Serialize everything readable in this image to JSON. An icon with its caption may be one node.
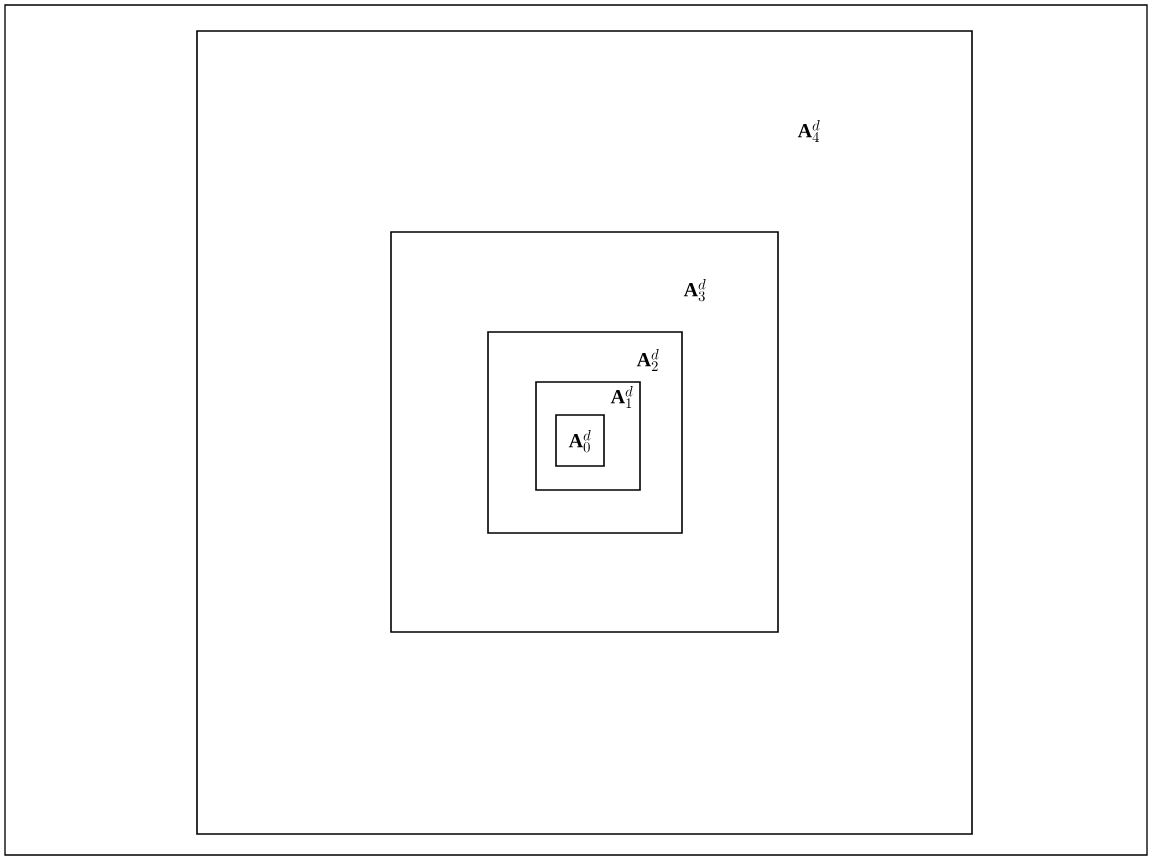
{
  "diagram": {
    "nodes": [
      {
        "text": [
          "\\mathbf{A}_4^d"
        ]
      },
      {
        "text": [
          "\\mathbf{A}_3^d"
        ],
        "in": 0
      },
      {
        "text": [
          "\\mathbf{A}_2^d"
        ],
        "in": 1
      },
      {
        "text": [
          "\\mathbf{A}_1^d"
        ],
        "in": 2
      },
      {
        "text": [
          "\\mathbf{A}_0^d"
        ],
        "in": 3
      }
    ]
  }
}
